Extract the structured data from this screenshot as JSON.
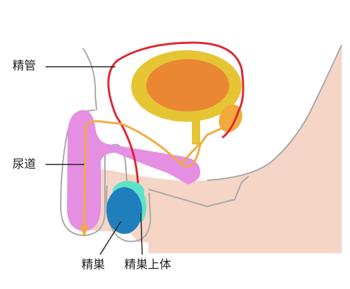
{
  "labels": {
    "vas_deferens": "精管",
    "urethra": "尿道",
    "testis": "精巣",
    "epididymis": "精巣上体"
  },
  "colors": {
    "skin": "#f4d5c6",
    "outline": "#a8a8a8",
    "penis": "#e58fe3",
    "bladder_outer": "#e6c535",
    "bladder_inner": "#e98733",
    "gland": "#f2aa3e",
    "duct": "#f2aa3e",
    "vas_deferens": "#e0252d",
    "testis": "#1f7fbd",
    "epididymis": "#5ee3c9",
    "leader": "#222222"
  }
}
